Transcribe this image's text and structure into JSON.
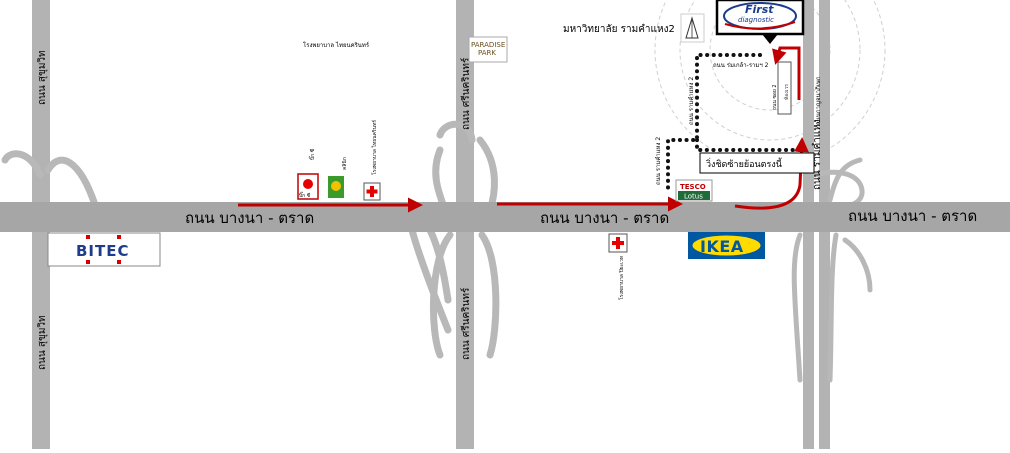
{
  "roads": {
    "main_left": "ถนน  บางนา  -  ตราด",
    "main_mid": "ถนน  บางนา  -  ตราด",
    "main_right": "ถนน  บางนา  -  ตราด",
    "sukhumvit_top": "ถนน  สุขุมวิท",
    "sukhumvit_bottom": "ถนน  สุขุมวิท",
    "srinakarin_top": "ถนน  ศรีนครินทร์",
    "srinakarin_bottom": "ถนน  ศรีนครินทร์",
    "ramkhamhaeng_right": "ถนน  รามคำแหง",
    "ramkhamhaeng_far": "ถนนกาญจนาภิเษก",
    "soi_1": "ถนน  รามคำแหง 2",
    "soi_2": "ถนน  รามคำแหง 2",
    "soi_top": "ถนน  ร่มเกล้า-รามฯ 2",
    "soi_small": "ถนน  ซอย 2"
  },
  "places": {
    "hospital_top": "โรงพยาบาล  ไทยนครินทร์",
    "university": "มหาวิทยาลัย  รามคำแหง2",
    "paradise_line1": "PARADISE",
    "paradise_line2": "PARK",
    "bitec": "BITEC",
    "ikea": "IKEA",
    "tesco_line1": "TESCO",
    "tesco_line2": "Lotus",
    "hospital_small": "โรงพยาบาล ไทยนครินทร์",
    "hospital_bottom": "โรงพยาบาล ปิยะเวท",
    "bigc_label": "บิ๊ก ซี",
    "clinic_label": "คลินิก",
    "first_line1": "First",
    "first_line2": "diagnostic",
    "route_note": "วิ่งชิดซ้ายย้อนตรงนี้",
    "small_box": "ห้องเวร"
  },
  "colors": {
    "road": "#a6a6a6",
    "route": "#c00000",
    "ikea_blue": "#0058a3",
    "ikea_yellow": "#ffdb00",
    "hospital_red": "#e60000"
  }
}
